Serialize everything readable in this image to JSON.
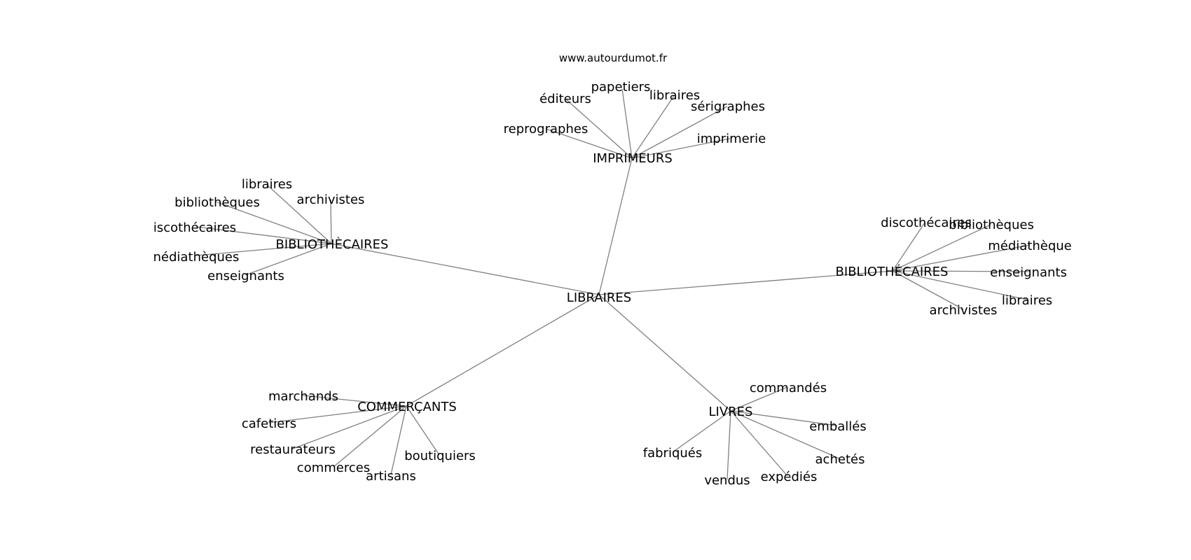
{
  "site": "www.autourdumot.fr",
  "center": "LIBRAIRES",
  "groups": [
    {
      "id": "imprimeurs",
      "label": "IMPRIMEURS",
      "leaves": [
        "papetiers",
        "éditeurs",
        "libraires",
        "sérigraphes",
        "reprographes",
        "imprimerie"
      ]
    },
    {
      "id": "bibliothecaires-left",
      "label": "BIBLIOTHÈCAIRES",
      "leaves": [
        "libraires",
        "bibliothèques",
        "archivistes",
        "iscothécaires",
        "nédiathèques",
        "enseignants"
      ]
    },
    {
      "id": "bibliothecaires-right",
      "label": "BIBLIOTHÉCAIRES",
      "leaves": [
        "discothécaires",
        "bibliothèques",
        "médiathèque",
        "enseignants",
        "libraires",
        "archivistes"
      ]
    },
    {
      "id": "commercants",
      "label": "COMMERÇANTS",
      "leaves": [
        "marchands",
        "cafetiers",
        "restaurateurs",
        "commerces",
        "artisans",
        "boutiquiers"
      ]
    },
    {
      "id": "livres",
      "label": "LIVRES",
      "leaves": [
        "commandés",
        "emballés",
        "fabriqués",
        "achetés",
        "vendus",
        "expédiés"
      ]
    }
  ]
}
